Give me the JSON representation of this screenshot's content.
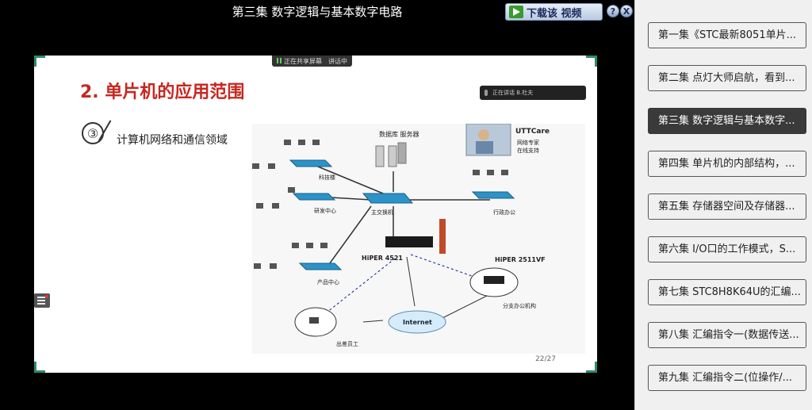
{
  "player": {
    "title": "第三集 数字逻辑与基本数字电路",
    "download_label": "下载该 视频",
    "help_label": "?",
    "close_label": "X"
  },
  "slide": {
    "share_status": "正在共享屏幕",
    "share_speaker": "讲话中",
    "mic_status": "正在讲话  B.杜夫",
    "heading": "2. 单片机的应用范围",
    "number": "③",
    "subtitle": "计算机网络和通信领域",
    "page": "22/27",
    "diagram": {
      "db_server": "数据库  服务器",
      "uttcare": "UTTCare",
      "expert1": "网络专家",
      "expert2": "在线支持",
      "tech_building": "科技楼",
      "rd_center": "研发中心",
      "main_switch": "主交换机",
      "admin_office": "行政办公",
      "hiper4521": "HiPER 4521",
      "hiper2511": "HiPER 2511VF",
      "product_center": "产品中心",
      "internet": "Internet",
      "branch": "分支办公机构",
      "travel": "出差员工"
    }
  },
  "episodes": [
    {
      "label": "第一集《STC最新8051单片..."
    },
    {
      "label": "第二集 点灯大师启航，看到..."
    },
    {
      "label": "第三集 数字逻辑与基本数字..."
    },
    {
      "label": "第四集 单片机的内部结构，..."
    },
    {
      "label": "第五集 存储器空间及存储器..."
    },
    {
      "label": "第六集 I/O口的工作模式，S..."
    },
    {
      "label": "第七集 STC8H8K64U的汇编..."
    },
    {
      "label": "第八集 汇编指令一(数据传送..."
    },
    {
      "label": "第九集 汇编指令二(位操作/..."
    }
  ],
  "colors": {
    "accent_green": "#2e8b6d",
    "heading_red": "#c8261f",
    "active_episode": "#3a3a3a"
  }
}
